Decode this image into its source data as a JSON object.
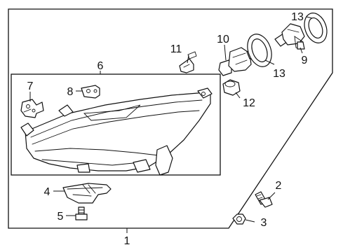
{
  "diagram": {
    "callouts": {
      "c1": "1",
      "c2": "2",
      "c3": "3",
      "c4": "4",
      "c5": "5",
      "c6": "6",
      "c7": "7",
      "c8": "8",
      "c9": "9",
      "c10": "10",
      "c11": "11",
      "c12": "12",
      "c13a": "13",
      "c13b": "13"
    }
  }
}
